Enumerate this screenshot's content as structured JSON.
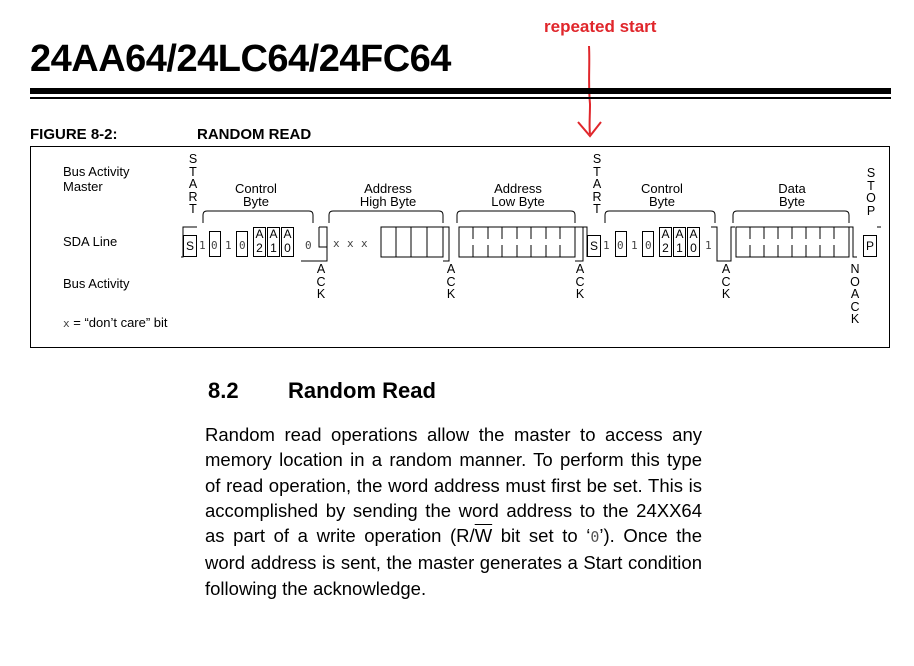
{
  "header": {
    "title": "24AA64/24LC64/24FC64"
  },
  "annotation": {
    "text": "repeated start",
    "color": "#e0262b"
  },
  "figure": {
    "label": "FIGURE 8-2:",
    "title": "RANDOM READ",
    "row_labels": {
      "bus_master_line1": "Bus Activity",
      "bus_master_line2": "Master",
      "sda": "SDA Line",
      "bus": "Bus Activity"
    },
    "note_x": "x",
    "note_rest": " = “don’t care” bit",
    "start1": "START",
    "start2": "START",
    "stop": "STOP",
    "fields": {
      "control1_l1": "Control",
      "control1_l2": "Byte",
      "addr_high_l1": "Address",
      "addr_high_l2": "High Byte",
      "addr_low_l1": "Address",
      "addr_low_l2": "Low Byte",
      "control2_l1": "Control",
      "control2_l2": "Byte",
      "data_l1": "Data",
      "data_l2": "Byte"
    },
    "s_marker": "S",
    "p_marker": "P",
    "control_bits": [
      "1",
      "0",
      "1",
      "0"
    ],
    "addr_bit_letters": [
      "A",
      "A",
      "A"
    ],
    "addr_bit_digits": [
      "2",
      "1",
      "0"
    ],
    "rw_write": "0",
    "rw_read": "1",
    "dont_care": [
      "x",
      "x",
      "x"
    ],
    "ack": "ACK",
    "no_ack": "NOACK"
  },
  "section": {
    "number": "8.2",
    "title": "Random Read",
    "para_1": "Random read operations allow the master to access any memory location in a random manner. To perform this type of read operation, the word address must first be set. This is accomplished by sending the word address to the 24XX64 as part of a write operation (R/",
    "w_bar": "W",
    "para_2": " bit set to ‘",
    "para_code": "0",
    "para_3": "’). Once the word address is sent, the master generates a Start condition following the acknowledge."
  }
}
